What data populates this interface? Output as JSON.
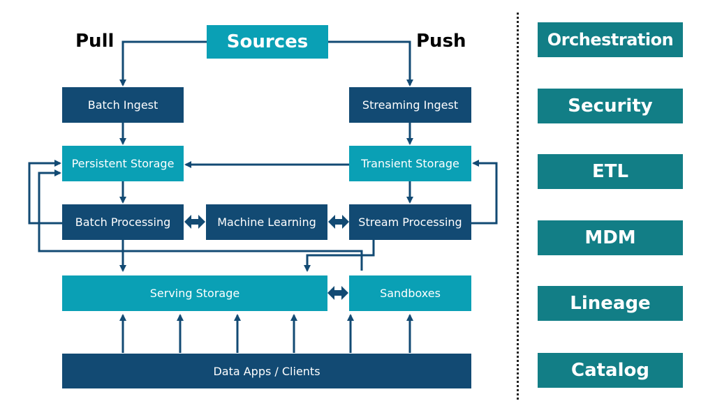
{
  "diagram": {
    "labels": {
      "pull": "Pull",
      "push": "Push"
    },
    "nodes": {
      "sources": "Sources",
      "batch_ingest": "Batch Ingest",
      "streaming_ingest": "Streaming Ingest",
      "persistent_storage": "Persistent Storage",
      "transient_storage": "Transient Storage",
      "batch_processing": "Batch Processing",
      "machine_learning": "Machine Learning",
      "stream_processing": "Stream Processing",
      "serving_storage": "Serving Storage",
      "sandboxes": "Sandboxes",
      "data_apps": "Data Apps / Clients"
    }
  },
  "sidebar": {
    "items": [
      {
        "label": "Orchestration"
      },
      {
        "label": "Security"
      },
      {
        "label": "ETL"
      },
      {
        "label": "MDM"
      },
      {
        "label": "Lineage"
      },
      {
        "label": "Catalog"
      }
    ]
  },
  "colors": {
    "dark_box": "#124a73",
    "light_box": "#0aa0b5",
    "side_box": "#127e86",
    "arrow": "#124a73"
  }
}
